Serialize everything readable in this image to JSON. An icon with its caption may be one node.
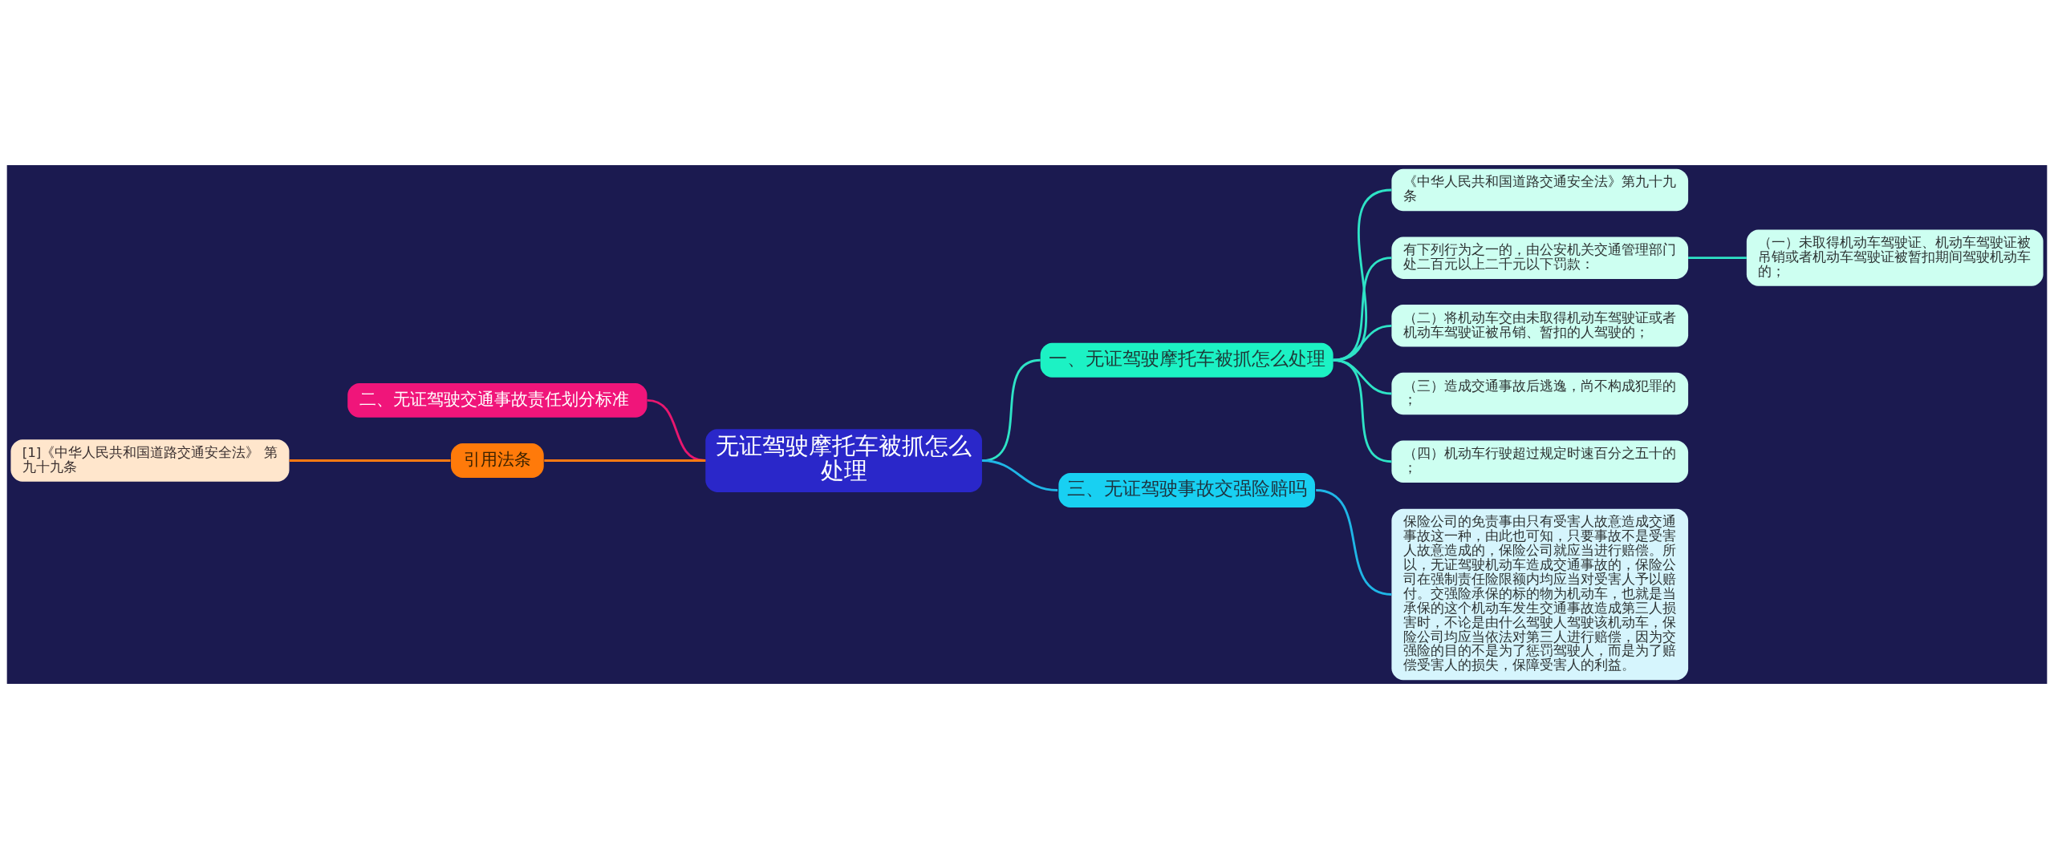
{
  "diagram": {
    "nodes": [
      {
        "text": [
          "无证驾驶摩托车被抓怎么处理"
        ]
      },
      {
        "text": [
          "一、无证驾驶摩托车被抓怎么处理"
        ]
      },
      {
        "text": [
          "《中华人民共和国道路交通安全法》第九十九条"
        ]
      },
      {
        "text": [
          "有下列行为之一的，由公安机关交通管理部门处二百元以上二千元以下罚款："
        ]
      },
      {
        "text": [
          "（一）未取得机动车驾驶证、机动车驾驶证被吊销或者机动车驾驶证被暂扣期间驾驶机动车的；"
        ]
      },
      {
        "text": [
          "（二）将机动车交由未取得机动车驾驶证或者机动车驾驶证被吊销、暂扣的人驾驶的；"
        ]
      },
      {
        "text": [
          "（三）造成交通事故后逃逸，尚不构成犯罪的；"
        ]
      },
      {
        "text": [
          "（四）机动车行驶超过规定时速百分之五十的；"
        ]
      },
      {
        "text": [
          "三、无证驾驶事故交强险赔吗"
        ]
      },
      {
        "text": [
          "保险公司的免责事由只有受害人故意造成交通事故这一种，由此也可知，只要事故不是受害人故意造成的，保险公司就应当进行赔偿。所以，无证驾驶机动车造成交通事故的，保险公司在强制责任险限额内均应当对受害人予以赔付。交强险承保的标的物为机动车，也就是当承保的这个机动车发生交通事故造成第三人损害时，不论是由什么驾驶人驾驶该机动车，保险公司均应当依法对第三人进行赔偿，因为交强险的目的不是为了惩罚驾驶人，而是为了赔偿受害人的损失，保障受害人的利益。"
        ]
      },
      {
        "text": [
          "二、无证驾驶交通事故责任划分标准"
        ]
      },
      {
        "text": [
          "引用法条"
        ]
      },
      {
        "text": [
          "[1]《中华人民共和国道路交通安全法》 第九十九条"
        ]
      }
    ],
    "edges": [
      {
        "from": 0,
        "to": 1,
        "arrow": "none"
      },
      {
        "from": 1,
        "to": 2,
        "arrow": "none"
      },
      {
        "from": 1,
        "to": 3,
        "arrow": "none"
      },
      {
        "from": 3,
        "to": 4,
        "arrow": "none"
      },
      {
        "from": 1,
        "to": 5,
        "arrow": "none"
      },
      {
        "from": 1,
        "to": 6,
        "arrow": "none"
      },
      {
        "from": 1,
        "to": 7,
        "arrow": "none"
      },
      {
        "from": 0,
        "to": 8,
        "arrow": "none",
        "color": "#1fb6e6"
      },
      {
        "from": 8,
        "to": 9,
        "arrow": "none",
        "color": "#1fb6e6"
      },
      {
        "from": 0,
        "to": 10,
        "arrow": "none",
        "color": "#e8176f"
      },
      {
        "from": 0,
        "to": 11,
        "arrow": "none",
        "color": "#ff7a12"
      },
      {
        "from": 11,
        "to": 12,
        "arrow": "none",
        "color": "#ff7a12"
      }
    ]
  }
}
